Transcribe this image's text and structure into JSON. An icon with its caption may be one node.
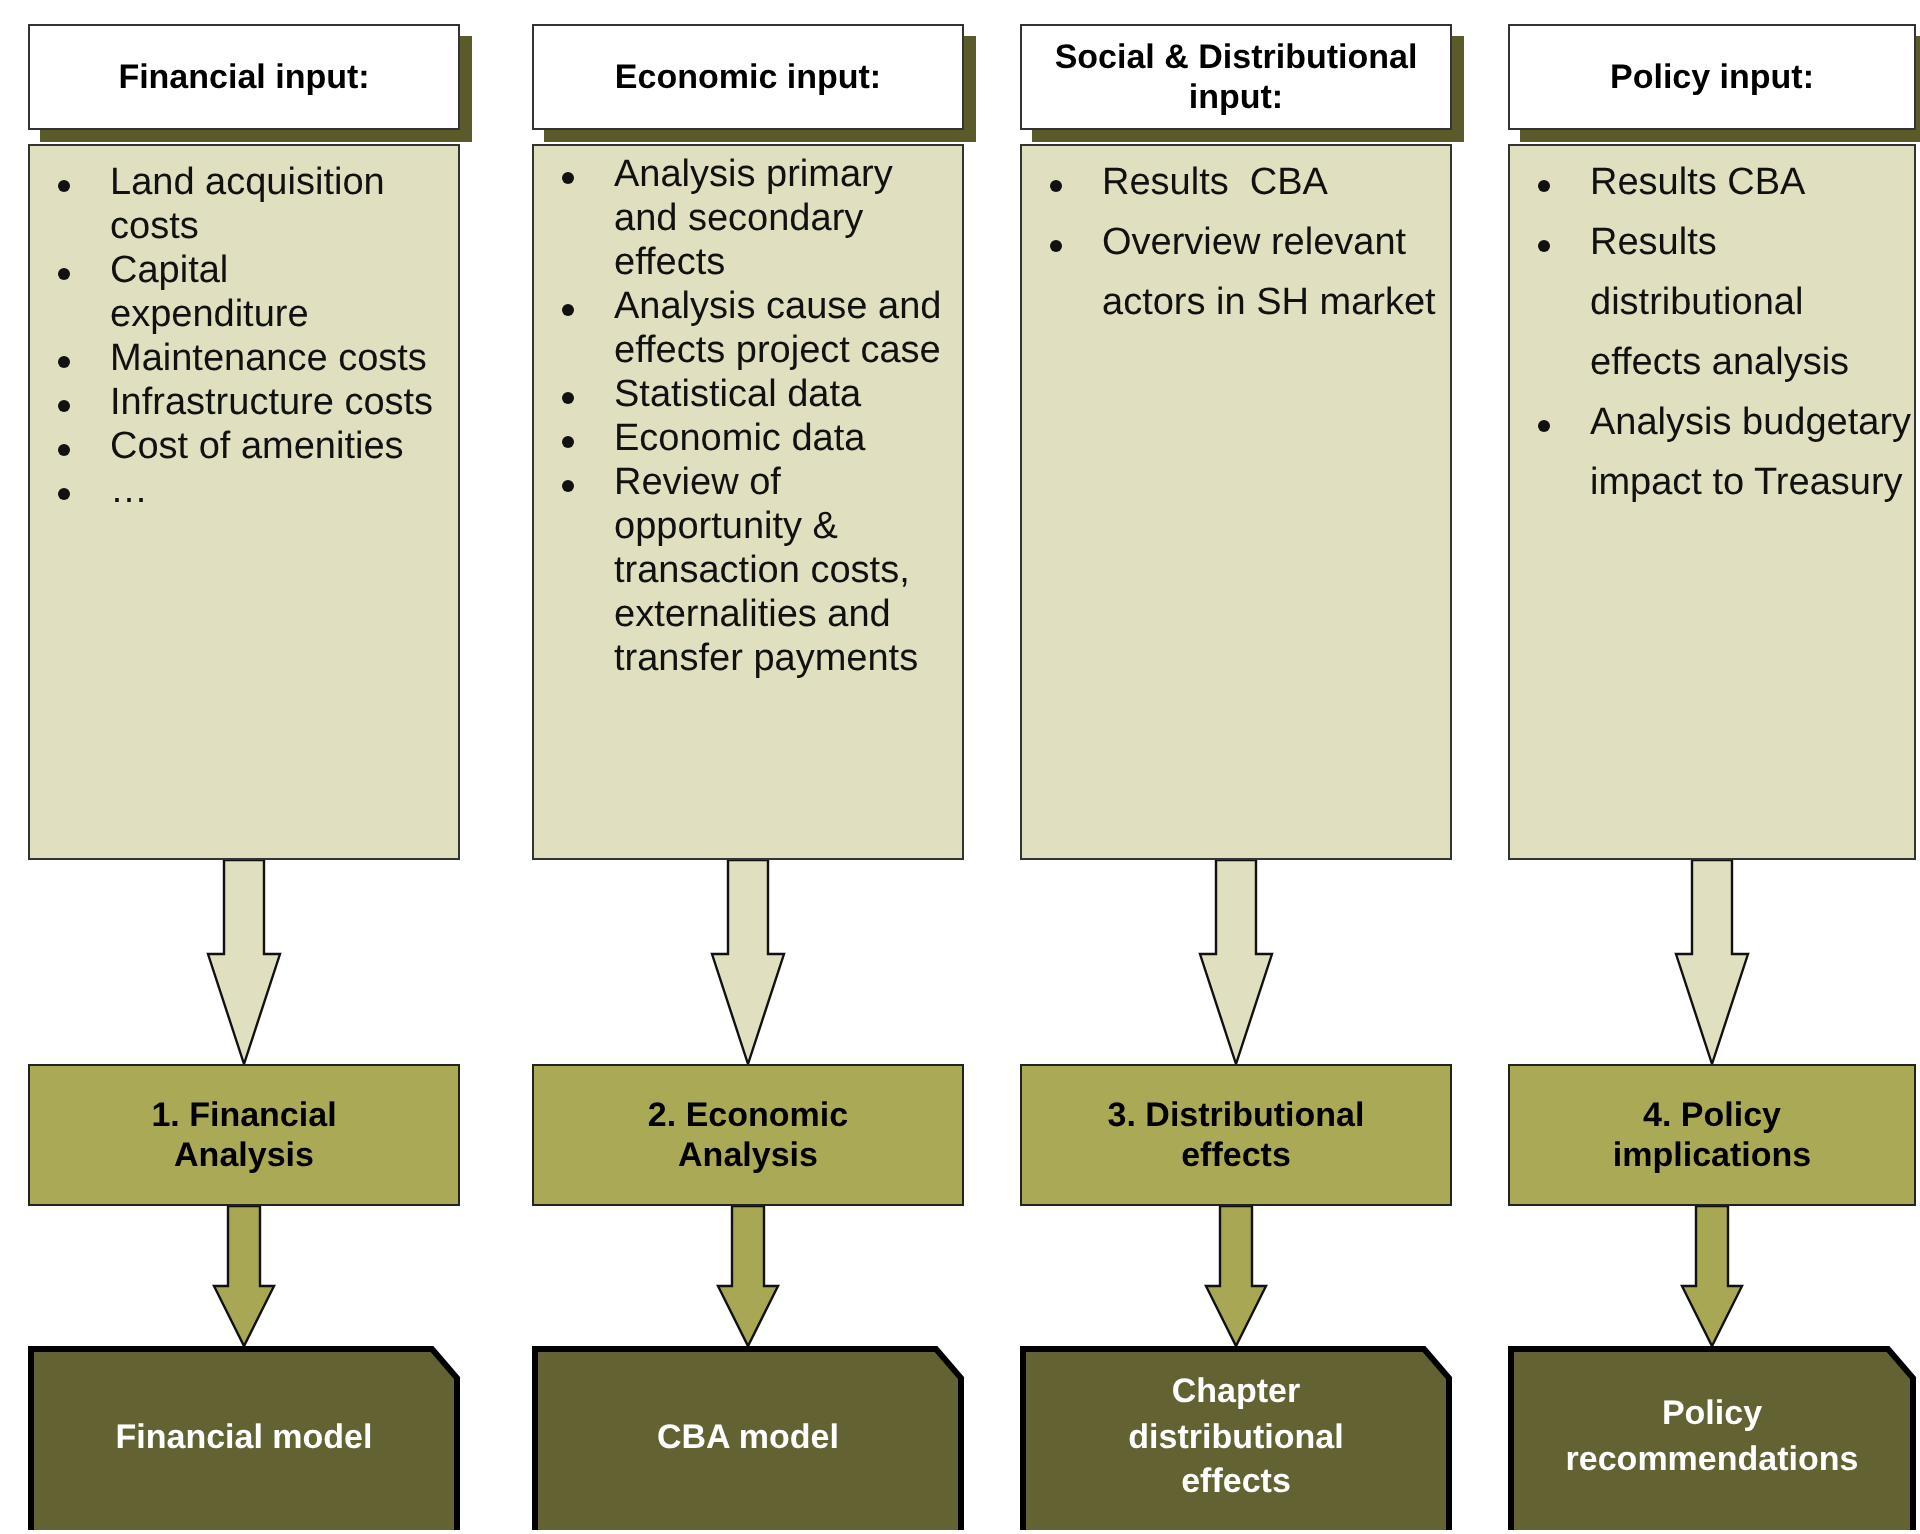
{
  "diagram": {
    "nodes": [
      {
        "text": [
          "Financial input:"
        ]
      },
      {
        "text": [
          "Land acquisition costs",
          "Capital expenditure",
          "Maintenance costs",
          "Infrastructure costs",
          "Cost of amenities",
          "…"
        ]
      },
      {
        "text": [
          "1. Financial Analysis"
        ]
      },
      {
        "text": [
          "Financial model"
        ]
      },
      {
        "text": [
          "Economic input:"
        ]
      },
      {
        "text": [
          "Analysis primary and secondary effects",
          "Analysis cause and effects project case",
          "Statistical data",
          "Economic data",
          "Review of opportunity & transaction costs, externalities and transfer payments"
        ]
      },
      {
        "text": [
          "2. Economic Analysis"
        ]
      },
      {
        "text": [
          "CBA model"
        ]
      },
      {
        "text": [
          "Social & Distributional input:"
        ]
      },
      {
        "text": [
          "Results  CBA",
          "Overview relevant actors in SH market"
        ]
      },
      {
        "text": [
          "3. Distributional effects"
        ]
      },
      {
        "text": [
          "Chapter distributional effects"
        ]
      },
      {
        "text": [
          "Policy input:"
        ]
      },
      {
        "text": [
          "Results CBA",
          "Results distributional effects analysis",
          "Analysis budgetary impact to Treasury"
        ]
      },
      {
        "text": [
          "4. Policy implications"
        ]
      },
      {
        "text": [
          "Policy recommendations"
        ]
      }
    ],
    "edges": [
      {
        "from": 1,
        "to": 2,
        "arrow": "to"
      },
      {
        "from": 2,
        "to": 3,
        "arrow": "to"
      },
      {
        "from": 5,
        "to": 6,
        "arrow": "to"
      },
      {
        "from": 6,
        "to": 7,
        "arrow": "to"
      },
      {
        "from": 9,
        "to": 10,
        "arrow": "to"
      },
      {
        "from": 10,
        "to": 11,
        "arrow": "to"
      },
      {
        "from": 13,
        "to": 14,
        "arrow": "to"
      },
      {
        "from": 14,
        "to": 15,
        "arrow": "to"
      }
    ]
  }
}
